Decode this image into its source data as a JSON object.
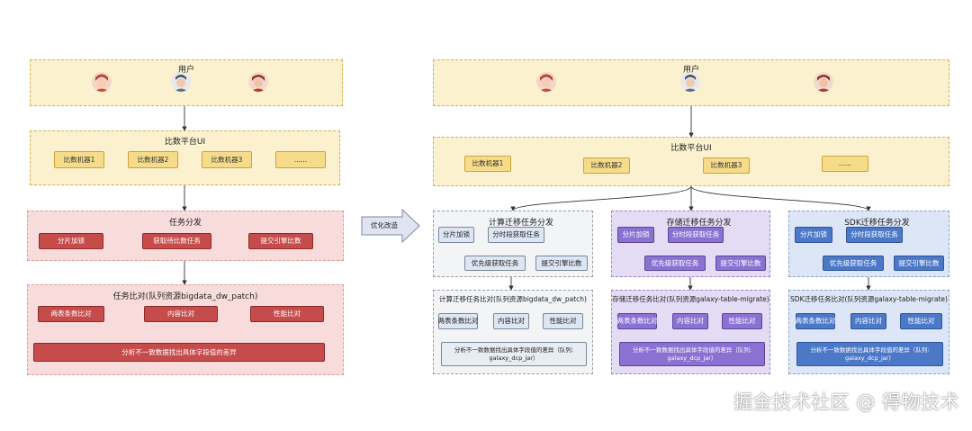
{
  "left": {
    "users": {
      "title": "用户"
    },
    "platform": {
      "title": "比数平台UI",
      "machines": [
        "比数机器1",
        "比数机器2",
        "比数机器3",
        "......"
      ]
    },
    "dispatch": {
      "title": "任务分发",
      "steps": [
        "分片加锁",
        "获取待比数任务",
        "提交引擎比数"
      ]
    },
    "compare": {
      "title": "任务比对(队列资源bigdata_dw_patch)",
      "steps": [
        "两表条数比对",
        "内容比对",
        "性能比对"
      ],
      "analysis": "分析不一致数据找出具体字段值的差异"
    }
  },
  "arrow_label": "优化改造",
  "right": {
    "users": {
      "title": "用户"
    },
    "platform": {
      "title": "比数平台UI",
      "machines": [
        "比数机器1",
        "比数机器2",
        "比数机器3",
        "......"
      ]
    },
    "columns": [
      {
        "dispatch_title": "计算迁移任务分发",
        "dispatch_steps": [
          "分片加锁",
          "分时段获取任务",
          "优先级获取任务",
          "提交引擎比数"
        ],
        "compare_title": "计算迁移任务比对(队列资源bigdata_dw_patch)",
        "compare_steps": [
          "两表条数比对",
          "内容比对",
          "性能比对"
        ],
        "analysis": "分析不一致数据找出具体字段值的差异（队列: galaxy_dcp_jar）"
      },
      {
        "dispatch_title": "存储迁移任务分发",
        "dispatch_steps": [
          "分片加锁",
          "分时段获取任务",
          "优先级获取任务",
          "提交引擎比数"
        ],
        "compare_title": "存储迁移任务比对(队列资源galaxy-table-migrate)",
        "compare_steps": [
          "两表条数比对",
          "内容比对",
          "性能比对"
        ],
        "analysis": "分析不一致数据找出具体字段值的差异（队列: galaxy_dcp_jar）"
      },
      {
        "dispatch_title": "SDK迁移任务分发",
        "dispatch_steps": [
          "分片加锁",
          "分时段获取任务",
          "优先级获取任务",
          "提交引擎比数"
        ],
        "compare_title": "SDK迁移任务比对(队列资源galaxy-table-migrate)",
        "compare_steps": [
          "两表条数比对",
          "内容比对",
          "性能比对"
        ],
        "analysis": "分析不一致数据找出具体字段值的差异（队列: galaxy_dcp_jar）"
      }
    ]
  },
  "watermark": "掘金技术社区 @ 得物技术",
  "colors": {
    "yellow_panel": "#fbf1cf",
    "red_panel": "#f8dcdc",
    "red_box": "#c64b4b",
    "purple_box": "#8b72d2",
    "blue_box": "#4c78c8",
    "grey_box": "#dde6f3"
  }
}
